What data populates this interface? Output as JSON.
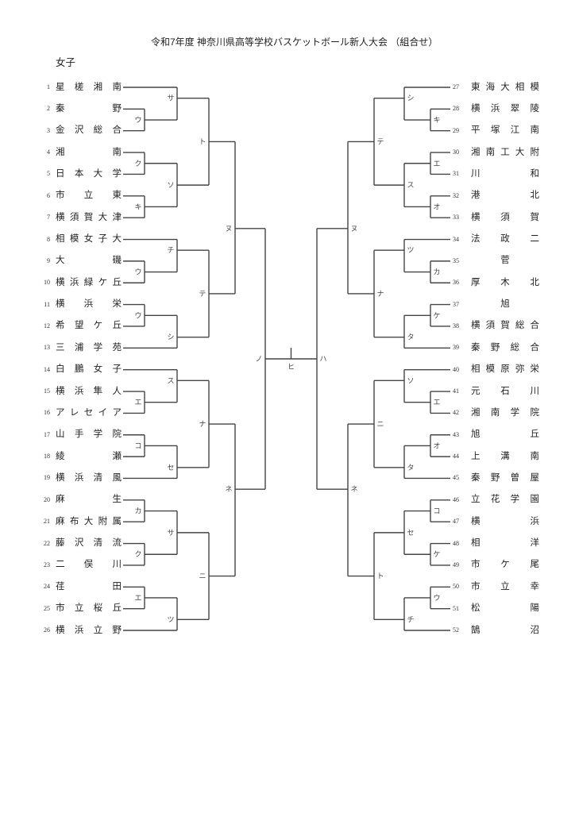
{
  "title": "令和7年度 神奈川県高等学校バスケットボール新人大会 （組合せ）",
  "division": "女子",
  "left_teams": [
    {
      "no": "1",
      "name": "星槎湘南"
    },
    {
      "no": "2",
      "name": "秦野"
    },
    {
      "no": "3",
      "name": "金沢総合"
    },
    {
      "no": "4",
      "name": "湘南"
    },
    {
      "no": "5",
      "name": "日本大学"
    },
    {
      "no": "6",
      "name": "市立東"
    },
    {
      "no": "7",
      "name": "横須賀大津"
    },
    {
      "no": "8",
      "name": "相模女子大"
    },
    {
      "no": "9",
      "name": "大磯"
    },
    {
      "no": "10",
      "name": "横浜緑ケ丘"
    },
    {
      "no": "11",
      "name": "横浜栄"
    },
    {
      "no": "12",
      "name": "希望ケ丘"
    },
    {
      "no": "13",
      "name": "三浦学苑"
    },
    {
      "no": "14",
      "name": "白鵬女子"
    },
    {
      "no": "15",
      "name": "横浜隼人"
    },
    {
      "no": "16",
      "name": "アレセイア"
    },
    {
      "no": "17",
      "name": "山手学院"
    },
    {
      "no": "18",
      "name": "綾瀬"
    },
    {
      "no": "19",
      "name": "横浜清風"
    },
    {
      "no": "20",
      "name": "麻生"
    },
    {
      "no": "21",
      "name": "麻布大附属"
    },
    {
      "no": "22",
      "name": "藤沢清流"
    },
    {
      "no": "23",
      "name": "二俣川"
    },
    {
      "no": "24",
      "name": "荏田"
    },
    {
      "no": "25",
      "name": "市立桜丘"
    },
    {
      "no": "26",
      "name": "横浜立野"
    }
  ],
  "right_teams": [
    {
      "no": "27",
      "name": "東海大相模"
    },
    {
      "no": "28",
      "name": "横浜翠陵"
    },
    {
      "no": "29",
      "name": "平塚江南"
    },
    {
      "no": "30",
      "name": "湘南工大附"
    },
    {
      "no": "31",
      "name": "川和"
    },
    {
      "no": "32",
      "name": "港北"
    },
    {
      "no": "33",
      "name": "横須賀"
    },
    {
      "no": "34",
      "name": "法政二"
    },
    {
      "no": "35",
      "name": "菅"
    },
    {
      "no": "36",
      "name": "厚木北"
    },
    {
      "no": "37",
      "name": "旭"
    },
    {
      "no": "38",
      "name": "横須賀総合"
    },
    {
      "no": "39",
      "name": "秦野総合"
    },
    {
      "no": "40",
      "name": "相模原弥栄"
    },
    {
      "no": "41",
      "name": "元石川"
    },
    {
      "no": "42",
      "name": "湘南学院"
    },
    {
      "no": "43",
      "name": "旭丘"
    },
    {
      "no": "44",
      "name": "上溝南"
    },
    {
      "no": "45",
      "name": "秦野曽屋"
    },
    {
      "no": "46",
      "name": "立花学園"
    },
    {
      "no": "47",
      "name": "横浜"
    },
    {
      "no": "48",
      "name": "相洋"
    },
    {
      "no": "49",
      "name": "市ケ尾"
    },
    {
      "no": "50",
      "name": "市立幸"
    },
    {
      "no": "51",
      "name": "松陽"
    },
    {
      "no": "52",
      "name": "鵠沼"
    }
  ],
  "bracket": {
    "left": {
      "label": "ノ",
      "a": {
        "label": "ヌ",
        "a": {
          "label": "ト",
          "a": {
            "label": "サ",
            "a": 1,
            "b": {
              "label": "ウ",
              "a": 2,
              "b": 3
            }
          },
          "b": {
            "label": "ソ",
            "a": {
              "label": "ク",
              "a": 4,
              "b": 5
            },
            "b": {
              "label": "キ",
              "a": 6,
              "b": 7
            }
          }
        },
        "b": {
          "label": "テ",
          "a": {
            "label": "チ",
            "a": 8,
            "b": {
              "label": "ウ",
              "a": 9,
              "b": 10
            }
          },
          "b": {
            "label": "シ",
            "a": {
              "label": "ウ",
              "a": 11,
              "b": 12
            },
            "b": 13
          }
        }
      },
      "b": {
        "label": "ネ",
        "a": {
          "label": "ナ",
          "a": {
            "label": "ス",
            "a": 14,
            "b": {
              "label": "エ",
              "a": 15,
              "b": 16
            }
          },
          "b": {
            "label": "セ",
            "a": {
              "label": "コ",
              "a": 17,
              "b": 18
            },
            "b": 19
          }
        },
        "b": {
          "label": "ニ",
          "a": {
            "label": "サ",
            "a": {
              "label": "カ",
              "a": 20,
              "b": 21
            },
            "b": {
              "label": "ク",
              "a": 22,
              "b": 23
            }
          },
          "b": {
            "label": "ツ",
            "a": {
              "label": "エ",
              "a": 24,
              "b": 25
            },
            "b": 26
          }
        }
      }
    },
    "right": {
      "label": "ハ",
      "a": {
        "label": "ヌ",
        "a": {
          "label": "テ",
          "a": {
            "label": "シ",
            "a": 27,
            "b": {
              "label": "キ",
              "a": 28,
              "b": 29
            }
          },
          "b": {
            "label": "ス",
            "a": {
              "label": "エ",
              "a": 30,
              "b": 31
            },
            "b": {
              "label": "オ",
              "a": 32,
              "b": 33
            }
          }
        },
        "b": {
          "label": "ナ",
          "a": {
            "label": "ツ",
            "a": 34,
            "b": {
              "label": "カ",
              "a": 35,
              "b": 36
            }
          },
          "b": {
            "label": "タ",
            "a": {
              "label": "ケ",
              "a": 37,
              "b": 38
            },
            "b": 39
          }
        }
      },
      "b": {
        "label": "ネ",
        "a": {
          "label": "ニ",
          "a": {
            "label": "ソ",
            "a": 40,
            "b": {
              "label": "エ",
              "a": 41,
              "b": 42
            }
          },
          "b": {
            "label": "タ",
            "a": {
              "label": "オ",
              "a": 43,
              "b": 44
            },
            "b": 45
          }
        },
        "b": {
          "label": "ト",
          "a": {
            "label": "セ",
            "a": {
              "label": "コ",
              "a": 46,
              "b": 47
            },
            "b": {
              "label": "ケ",
              "a": 48,
              "b": 49
            }
          },
          "b": {
            "label": "チ",
            "a": {
              "label": "ウ",
              "a": 50,
              "b": 51
            },
            "b": 52
          }
        }
      }
    },
    "final": {
      "label": "ヒ"
    }
  }
}
